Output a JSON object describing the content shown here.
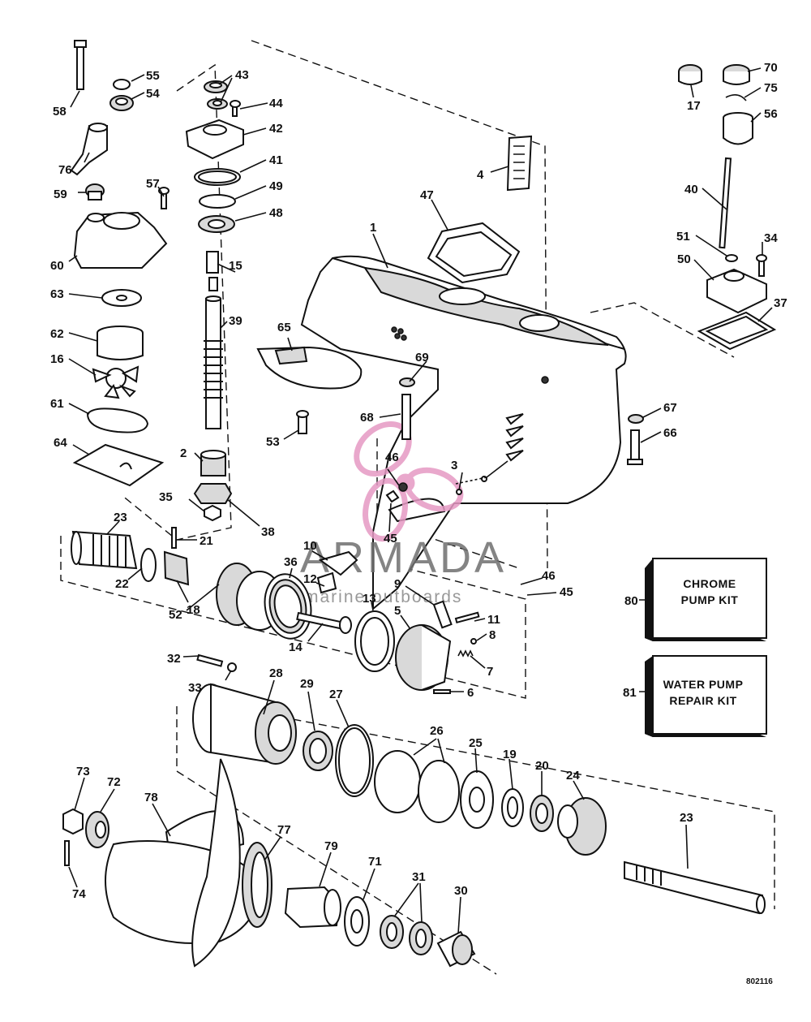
{
  "figure_id": "802116",
  "watermark": {
    "brand": "ARMADA",
    "tagline": "marine outboards",
    "logo_color": "#e69ac4"
  },
  "kits": {
    "chrome_pump": {
      "number": "80",
      "line1": "CHROME",
      "line2": "PUMP KIT"
    },
    "water_pump": {
      "number": "81",
      "line1": "WATER PUMP",
      "line2": "REPAIR KIT"
    }
  },
  "callouts": {
    "c1": "1",
    "c2": "2",
    "c3": "3",
    "c4": "4",
    "c5": "5",
    "c6": "6",
    "c7": "7",
    "c8": "8",
    "c9": "9",
    "c10": "10",
    "c11": "11",
    "c12": "12",
    "c13": "13",
    "c14": "14",
    "c15": "15",
    "c16": "16",
    "c17": "17",
    "c18": "18",
    "c19": "19",
    "c20": "20",
    "c21": "21",
    "c22": "22",
    "c23a": "23",
    "c23b": "23",
    "c24": "24",
    "c25": "25",
    "c26": "26",
    "c27": "27",
    "c28": "28",
    "c29": "29",
    "c30": "30",
    "c31": "31",
    "c32": "32",
    "c33": "33",
    "c34": "34",
    "c35": "35",
    "c36": "36",
    "c37": "37",
    "c38": "38",
    "c39": "39",
    "c40": "40",
    "c41": "41",
    "c42": "42",
    "c43": "43",
    "c44": "44",
    "c45a": "45",
    "c45b": "45",
    "c46a": "46",
    "c46b": "46",
    "c47": "47",
    "c48": "48",
    "c49": "49",
    "c50": "50",
    "c51": "51",
    "c52": "52",
    "c53": "53",
    "c54": "54",
    "c55": "55",
    "c56": "56",
    "c57": "57",
    "c58": "58",
    "c59": "59",
    "c60": "60",
    "c61": "61",
    "c62": "62",
    "c63": "63",
    "c64": "64",
    "c65": "65",
    "c66": "66",
    "c67": "67",
    "c68": "68",
    "c69": "69",
    "c70": "70",
    "c71": "71",
    "c72": "72",
    "c73": "73",
    "c74": "74",
    "c75": "75",
    "c76": "76",
    "c77": "77",
    "c78": "78",
    "c79": "79"
  }
}
